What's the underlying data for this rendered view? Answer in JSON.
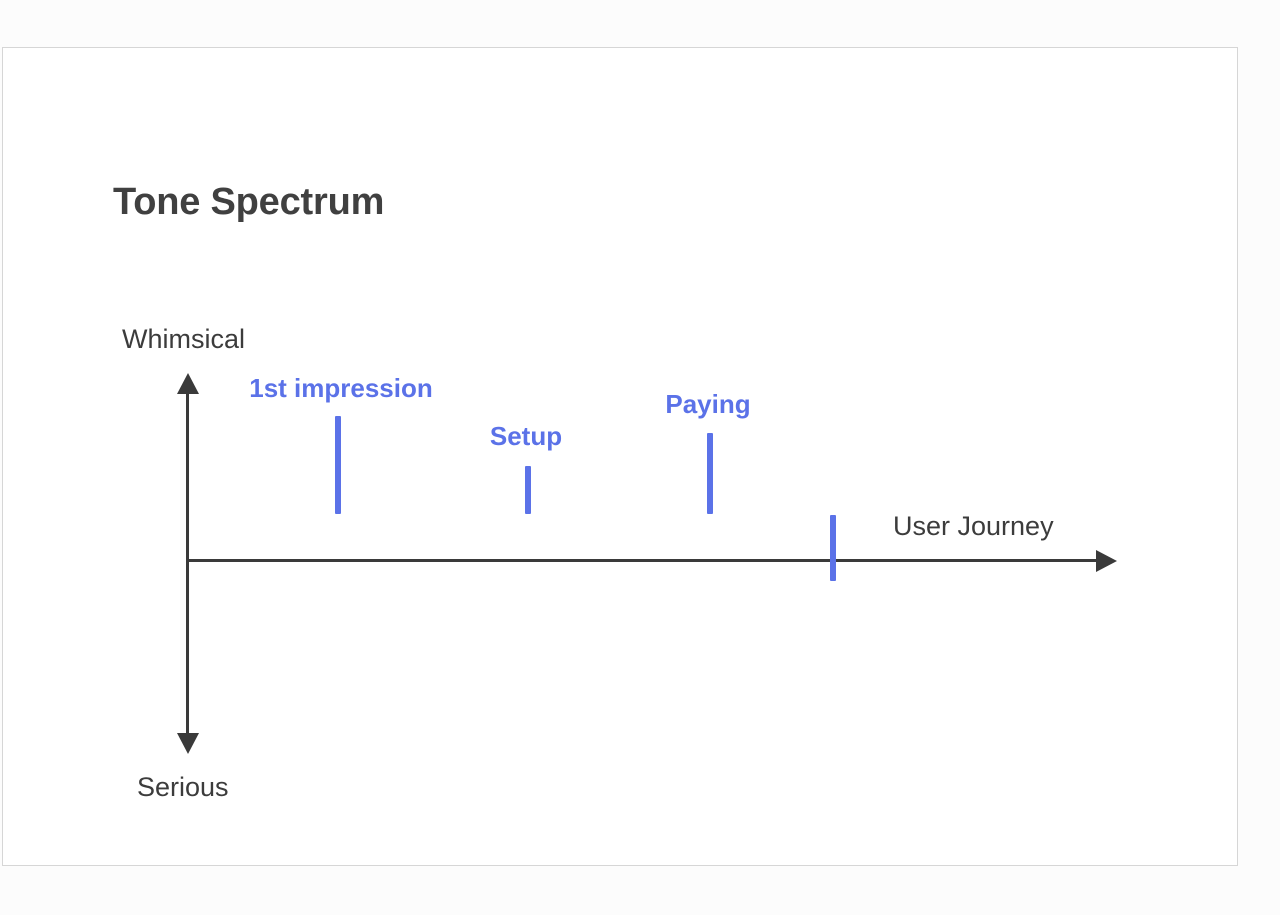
{
  "page": {
    "background_color": "#fcfcfc",
    "frame_background": "#ffffff",
    "frame_border_color": "#d6d6d6"
  },
  "chart_data": {
    "type": "scatter",
    "title": "Tone Spectrum",
    "xlabel": "User Journey",
    "ylabel": "",
    "y_axis_top_label": "Whimsical",
    "y_axis_bottom_label": "Serious",
    "grid": false,
    "legend": "none",
    "accent_color": "#5b72e8",
    "axis_color": "#3a3a3a",
    "title_color": "#404040",
    "label_color": "#3c3c3c",
    "xlim": [
      0,
      10
    ],
    "ylim": [
      -1,
      1
    ],
    "annotations": [
      {
        "label": "1st impression",
        "x": 1.65,
        "y": 0.54
      },
      {
        "label": "Setup",
        "x": 3.72,
        "y": 0.26
      },
      {
        "label": "Paying",
        "x": 5.71,
        "y": 0.44
      },
      {
        "label": "",
        "x": 7.06,
        "y": -0.37
      }
    ]
  },
  "markers": [
    {
      "name": "first-impression",
      "label": "1st impression",
      "left": 334,
      "label_left": 340,
      "label_top": 372,
      "tick_top": 415,
      "tick_height": 98
    },
    {
      "name": "setup",
      "label": "Setup",
      "left": 524,
      "label_left": 525,
      "label_top": 420,
      "tick_top": 465,
      "tick_height": 48
    },
    {
      "name": "paying",
      "label": "Paying",
      "left": 706,
      "label_left": 707,
      "label_top": 388,
      "tick_top": 432,
      "tick_height": 81
    },
    {
      "name": "unlabeled",
      "label": "",
      "left": 829,
      "label_left": 829,
      "label_top": 0,
      "tick_top": 514,
      "tick_height": 66
    }
  ]
}
